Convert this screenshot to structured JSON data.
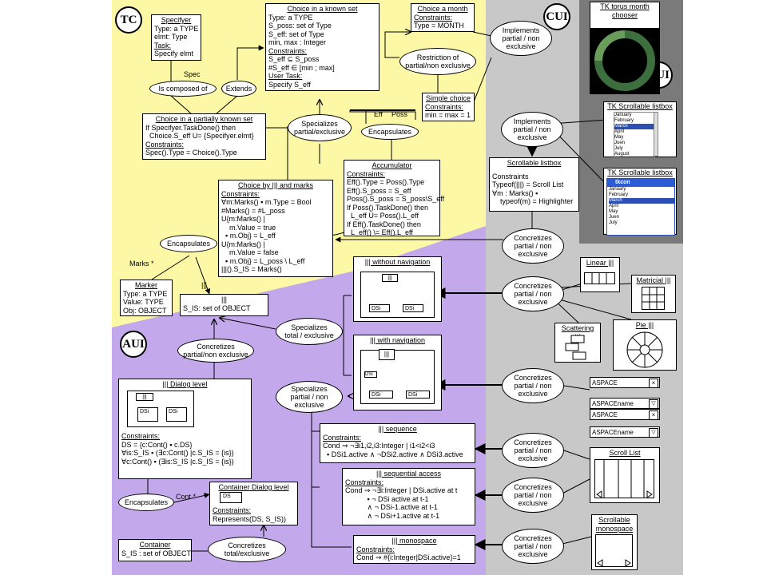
{
  "zones": {
    "tc": "TC",
    "cui": "CUI",
    "aui": "AUI",
    "fui": "FUI"
  },
  "colors": {
    "tc": "#fdf8a6",
    "aui": "#c4a8ec",
    "cui": "#c8c8c8",
    "dark": "#7a7a7a"
  },
  "boxes": {
    "specifyer": {
      "title": "Specifyer",
      "lines": [
        "Type: a TYPE",
        "elmt: Type"
      ],
      "task_label": "Task:",
      "task": "Specify elmt"
    },
    "choice_known": {
      "title": "Choice in a known set",
      "lines": [
        "Type: a TYPE",
        "S_poss: set of Type",
        "S_eff: set of Type",
        "min, max : Integer"
      ],
      "constraints_label": "Constraints:",
      "constraints": [
        "S_eff ⊆ S_poss",
        "#S_eff ∈ [min ; max]"
      ],
      "task_label": "User Task:",
      "task": "Specify S_eff"
    },
    "choice_month": {
      "title": "Choice a month",
      "constraints_label": "Constraints:",
      "constraints": [
        "Type = MONTH"
      ]
    },
    "simple_choice": {
      "title": "Simple choice",
      "constraints_label": "Constraints:",
      "constraints": [
        "min = max = 1"
      ]
    },
    "choice_partial": {
      "title": "Choice in a partially known set",
      "lines": [
        "If Specifyer.TaskDone() then",
        "  Choice.S_eff U= {Specifyer.elmt}"
      ],
      "constraints_label": "Constraints:",
      "constraints": [
        "Spec().Type = Choice().Type"
      ]
    },
    "accumulator": {
      "title": "Accumulator",
      "constraints_label": "Constraints:",
      "constraints": [
        "Eff().Type = Poss().Type",
        "Eff().S_poss = S_eff",
        "Poss().S_poss = S_poss\\S_eff",
        "If Poss().TaskDone() then",
        "  L_eff U= Poss().L_eff",
        "If Eff().TaskDone() then",
        "  L_eff() \\= Eff().L_eff"
      ]
    },
    "choice_marks": {
      "title": "Choice by ||| and marks",
      "constraints_label": "Constraints:",
      "constraints": [
        "∀m:Marks() ▪ m.Type = Bool",
        "#Marks() = #L_poss",
        "U{m:Marks() |",
        "    m.Value = true",
        "  ▪ m.Obj} = L_eff",
        "U{m:Marks() |",
        "    m.Value = false",
        "  ▪ m.Obj} = L_poss \\ L_eff",
        "|||().S_IS = Marks()"
      ]
    },
    "marker": {
      "title": "Marker",
      "lines": [
        "Type: a TYPE",
        "Value: TYPE",
        "Obj: OBJECT"
      ]
    },
    "iii": {
      "title": "|||",
      "lines": [
        "S_IS: set of OBJECT"
      ]
    },
    "scroll_listbox": {
      "title": "Scrollable listbox",
      "constraints_label": "Constraints",
      "constraints": [
        "Typeof(|||) = Scroll List",
        "∀m : Marks() ▪",
        "    typeof(m) = Highlighter"
      ]
    },
    "without_nav": {
      "title": "||| without navigation",
      "inner": [
        "|||",
        "DSi",
        "DSi"
      ]
    },
    "with_nav": {
      "title": "||| with navigation",
      "inner": [
        "|||",
        "DSi",
        "DSi",
        "DSi"
      ]
    },
    "dialog_level": {
      "title": "||| Dialog level",
      "inner": [
        "|||",
        "DSi",
        "DSi"
      ],
      "constraints_label": "Constraints:",
      "constraints": [
        "DS = {c:Cont() ▪ c.DS}",
        "∀is:S_IS ▪ (∃c:Cont() |c.S_IS = {is})",
        "∀c:Cont() ▪ (∃is:S_IS |c.S_IS = {is})"
      ]
    },
    "sequence": {
      "title": "||| sequence",
      "constraints_label": "Constraints:",
      "constraints": [
        "Cond ⇒ ¬∃i1,i2,i3:Integer | i1<i2<i3",
        "  ▪ DSi1.active ∧ ¬DSi2.active ∧ DSi3.active"
      ]
    },
    "sequential": {
      "title": "||| sequential access",
      "constraints_label": "Constraints:",
      "constraints": [
        "Cond ⇒ ¬∃i:Integer | DSi.active at t",
        "           ▪ ¬ DSi active at t-1",
        "           ∧ ¬ DSi-1.active at t-1",
        "           ∧ ¬ DSi+1.active at t-1"
      ]
    },
    "monospace": {
      "title": "||| monospace",
      "constraints_label": "Constraints:",
      "constraints": [
        "Cond ⇒ #{i:Integer|DSi.active}=1"
      ]
    },
    "container_dialog": {
      "title": "Container Dialog level",
      "inner": [
        "DS"
      ],
      "constraints_label": "Constraints:",
      "constraints": [
        "Represents(DS, S_IS))"
      ]
    },
    "container": {
      "title": "Container",
      "lines": [
        "S_IS : set of OBJECT"
      ]
    }
  },
  "ellipses": {
    "composed": "Is composed of",
    "extends": "Extends",
    "restriction": "Restriction of\npartial/non exclusive",
    "implements1": "Implements\npartial / non\nexclusive",
    "implements2": "Implements\npartial / non\nexclusive",
    "specializes_pe": "Specializes\npartial/exclusive",
    "encapsulates_top": "Encapsulates",
    "encapsulates_mid": "Encapsulates",
    "concretizes_sl": "Concretizes\npartial / non\nexclusive",
    "specializes_te": "Specializes\ntotal / exclusive",
    "concretizes_aui": "Concretizes\npartial/non exclusive",
    "concretizes_wn": "Concretizes\npartial / non\nexclusive",
    "specializes_pn": "Specializes\npartial / non\nexclusive",
    "concretizes_nav": "Concretizes\npartial / non\nexclusive",
    "concretizes_seq": "Concretizes\npartial / non\nexclusive",
    "concretizes_sa": "Concretizes\npartial / non\nexclusive",
    "concretizes_mono": "Concretizes\npartial / non\nexclusive",
    "encapsulates_bot": "Encapsulates",
    "concretizes_te": "Concretizes\ntotal/exclusive"
  },
  "labels": {
    "spec": "Spec",
    "eff": "Eff",
    "poss": "Poss",
    "marks": "Marks *",
    "iii": "|||",
    "cont": "Cont *"
  },
  "widgets": {
    "torus": {
      "title": "TK torus month\nchooser"
    },
    "listbox1": {
      "title": "TK Scrollable listbox",
      "items": [
        "January",
        "February",
        "March",
        "April",
        "May",
        "Juen",
        "July",
        "August"
      ]
    },
    "listbox2": {
      "title": "TK Scrollable listbox",
      "window": "tkcon",
      "items": [
        "January",
        "February",
        "March",
        "April",
        "May",
        "Juen",
        "July"
      ]
    },
    "linear": "Linear |||",
    "matricial": "Matricial |||",
    "scattering": "Scattering |||",
    "pie": "Pie |||",
    "aspace": [
      "ASPACE",
      "ASPACEname",
      "ASPACE",
      "ASPACEname"
    ],
    "scroll_list": "Scroll List",
    "scroll_mono": "Scrollable\nmonospace"
  }
}
